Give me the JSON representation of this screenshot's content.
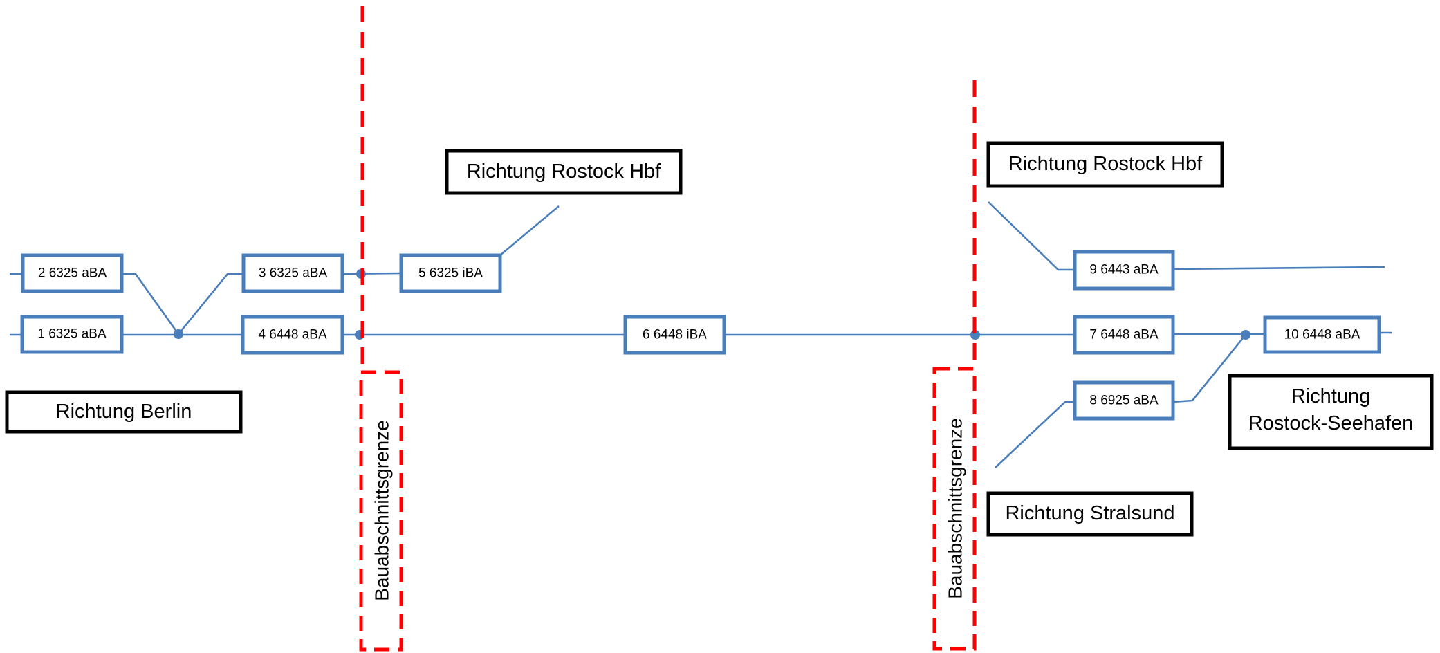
{
  "diagram": {
    "sections": {
      "s2": "2 6325 aBA",
      "s1": "1 6325 aBA",
      "s3": "3 6325 aBA",
      "s4": "4 6448 aBA",
      "s5": "5 6325 iBA",
      "s6": "6 6448 iBA",
      "s9": "9 6443 aBA",
      "s7": "7 6448 aBA",
      "s8": "8 6925 aBA",
      "s10": "10 6448 aBA"
    },
    "directions": {
      "berlin": "Richtung Berlin",
      "rostock_hbf_left": "Richtung Rostock Hbf",
      "rostock_hbf_right": "Richtung Rostock Hbf",
      "stralsund": "Richtung Stralsund",
      "seehafen_line1": "Richtung",
      "seehafen_line2": "Rostock-Seehafen"
    },
    "boundaries": {
      "left": "Bauabschnittsgrenze",
      "right": "Bauabschnittsgrenze"
    },
    "colors": {
      "track": "#4a7ebb",
      "boundary": "#ff0000",
      "direction_border": "#000000"
    }
  }
}
